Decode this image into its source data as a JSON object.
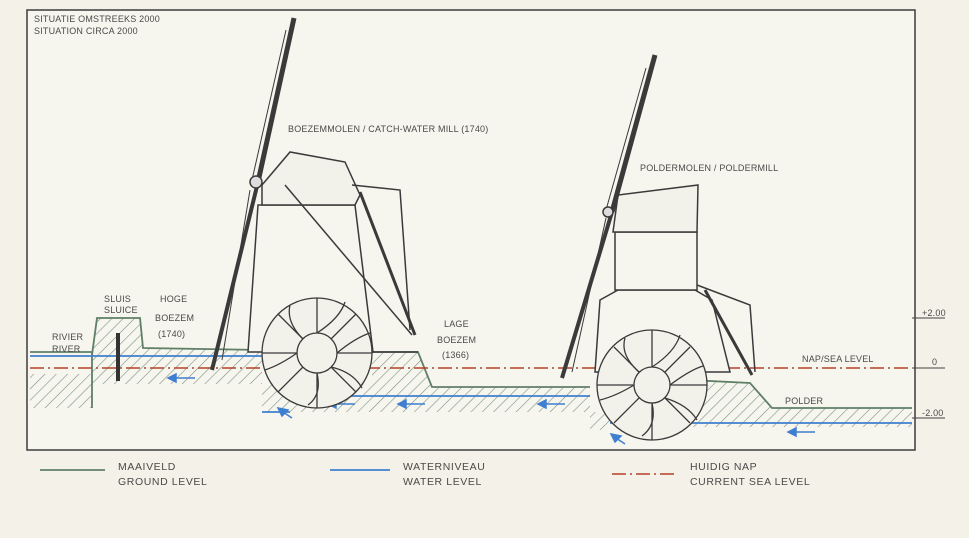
{
  "title": {
    "nl": "SITUATIE OMSTREEKS 2000",
    "en": "SITUATION CIRCA 2000"
  },
  "labels": {
    "river": {
      "nl": "RIVIER",
      "en": "RIVER"
    },
    "sluice": {
      "nl": "SLUIS",
      "en": "SLUICE"
    },
    "high_boezem": {
      "nl": "HOGE",
      "en": "BOEZEM",
      "year": "(1740)"
    },
    "low_boezem": {
      "nl": "LAGE",
      "en": "BOEZEM",
      "year": "(1366)"
    },
    "catch_water_mill": "BOEZEMMOLEN / CATCH-WATER MILL (1740)",
    "polder_mill": "POLDERMOLEN / POLDERMILL",
    "sea_level": "NAP/SEA LEVEL",
    "polder": "POLDER"
  },
  "scale": {
    "plus2": "+2.00",
    "zero": "0",
    "minus2": "-2.00"
  },
  "legend": [
    {
      "nl": "MAAIVELD",
      "en": "GROUND LEVEL",
      "color": "#5f7f67",
      "style": "solid"
    },
    {
      "nl": "WATERNIVEAU",
      "en": "WATER LEVEL",
      "color": "#3f7fd0",
      "style": "solid"
    },
    {
      "nl": "HUIDIG NAP",
      "en": "CURRENT SEA LEVEL",
      "color": "#b5402a",
      "style": "dash-dot"
    }
  ],
  "colors": {
    "ground": "#5f7f67",
    "water": "#3f7fd0",
    "sea_level": "#b5402a",
    "ink": "#454545"
  }
}
